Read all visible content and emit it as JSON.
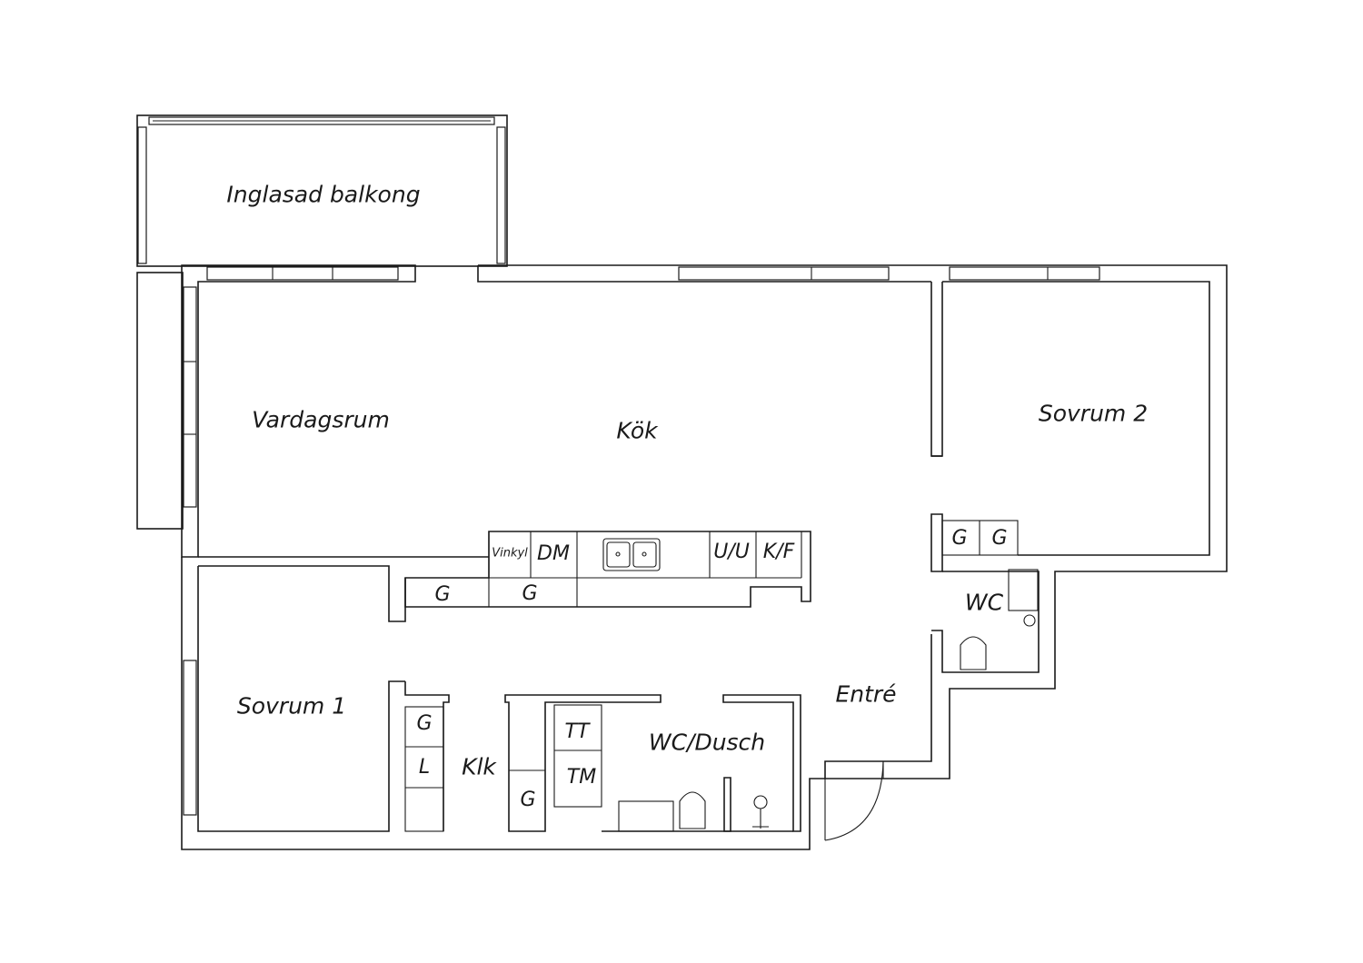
{
  "rooms": {
    "balkong": "Inglasad balkong",
    "vardagsrum": "Vardagsrum",
    "kok": "Kök",
    "sovrum2": "Sovrum 2",
    "sovrum1": "Sovrum 1",
    "klk": "Klk",
    "wc_dusch": "WC/Dusch",
    "entre": "Entré",
    "wc": "WC"
  },
  "fixtures": {
    "vinkyl": "Vinkyl",
    "dm": "DM",
    "uu": "U/U",
    "kf": "K/F",
    "g": "G",
    "l": "L",
    "tt": "TT",
    "tm": "TM"
  }
}
